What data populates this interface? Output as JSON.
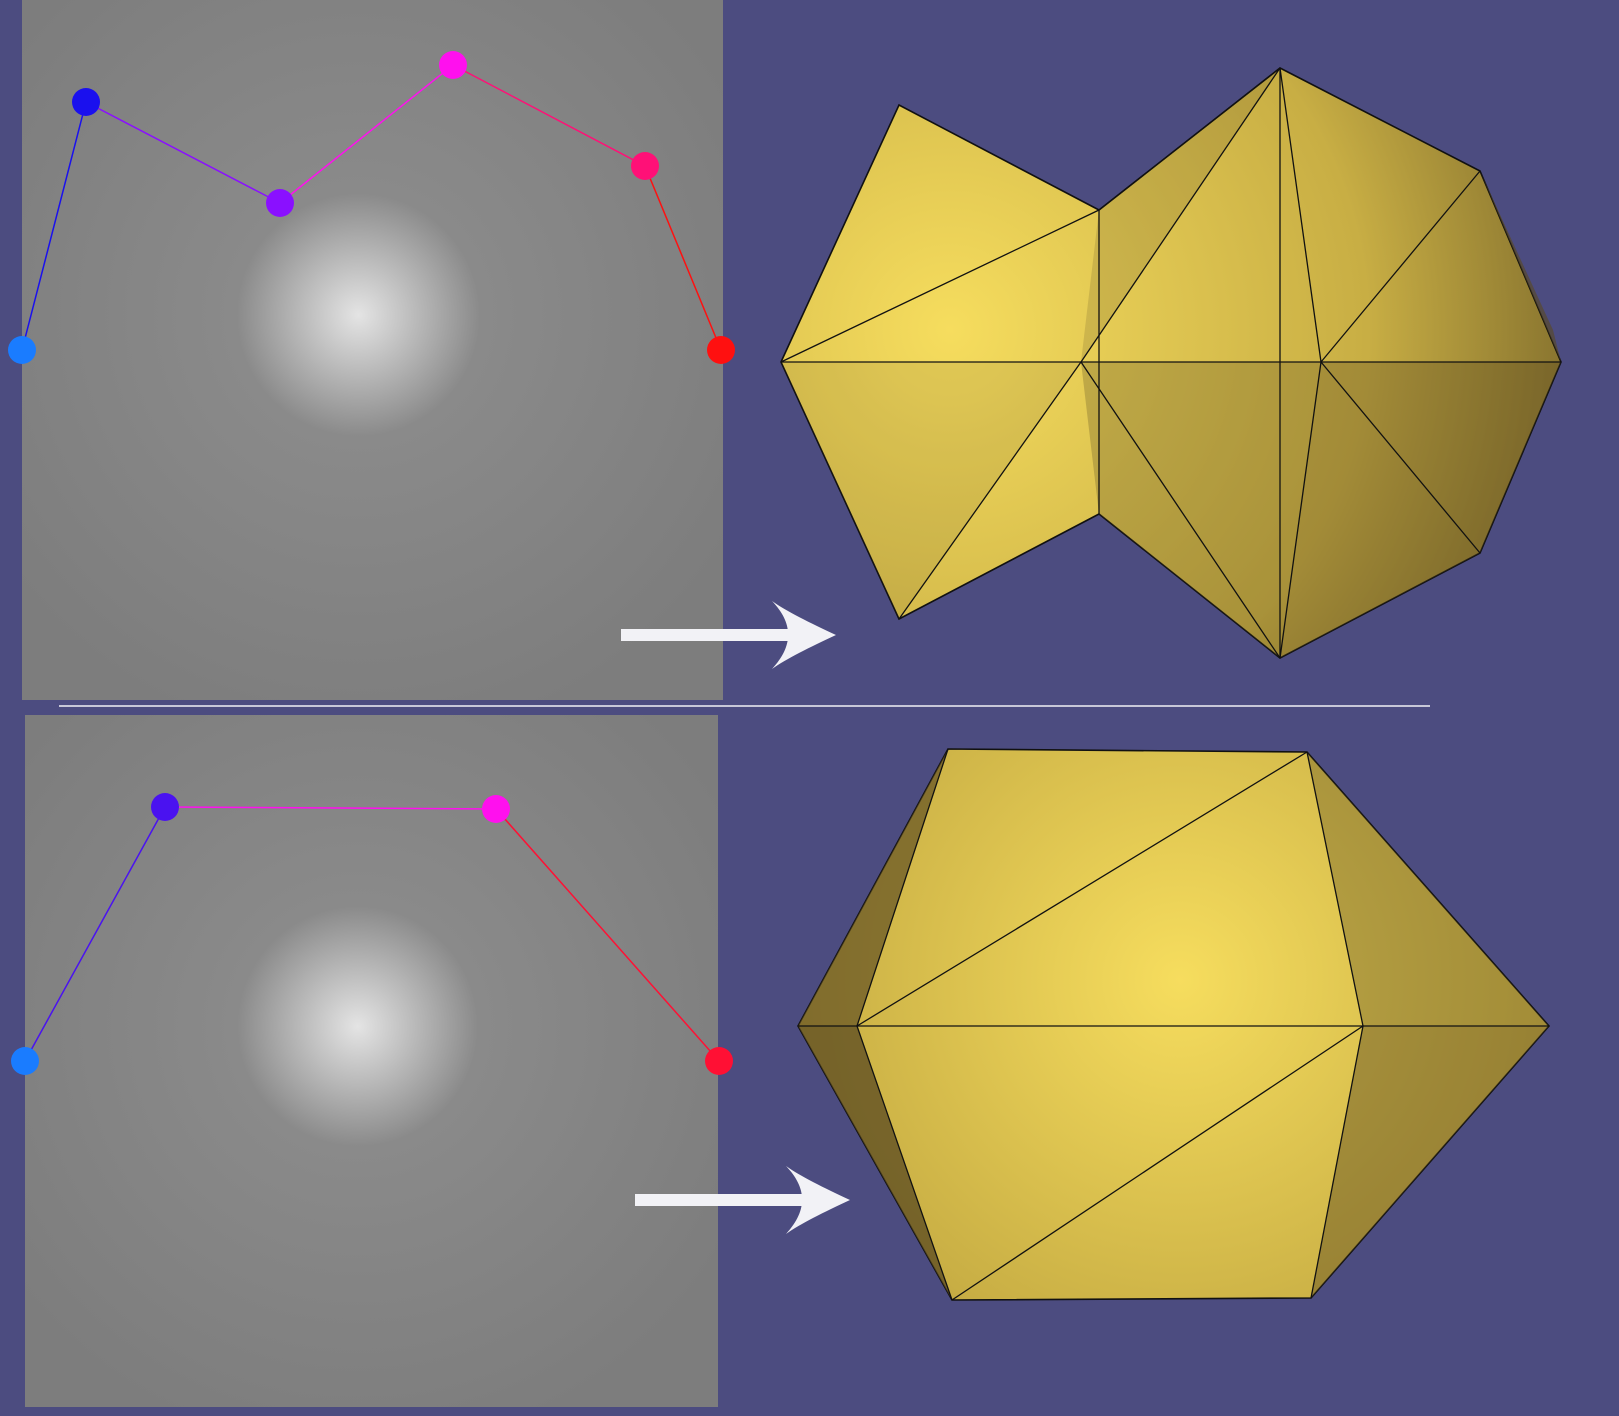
{
  "colors": {
    "background": "#4c4c80",
    "canvas_center": "#e4e4e4",
    "canvas_mid": "#8a8a8a",
    "canvas_edge": "#7d7d7d",
    "arrow": "#f2f2f6",
    "divider": "#c8c8d8",
    "mesh_light": "#f6dd5e",
    "mesh_mid": "#c8ae44",
    "mesh_dark": "#5a4a20",
    "mesh_edge": "#111111"
  },
  "panels": [
    {
      "id": "top",
      "profile": {
        "points": [
          {
            "name": "p1",
            "color": "#1a7cff"
          },
          {
            "name": "p2",
            "color": "#1a10ee"
          },
          {
            "name": "p3",
            "color": "#8a10ff"
          },
          {
            "name": "p4",
            "color": "#ff10ee"
          },
          {
            "name": "p5",
            "color": "#ff1077"
          },
          {
            "name": "p6",
            "color": "#ff1010"
          }
        ]
      }
    },
    {
      "id": "bottom",
      "profile": {
        "points": [
          {
            "name": "p1",
            "color": "#1a7cff"
          },
          {
            "name": "p2",
            "color": "#4a12f0"
          },
          {
            "name": "p3",
            "color": "#ff10ee"
          },
          {
            "name": "p4",
            "color": "#ff1034"
          }
        ]
      }
    }
  ]
}
